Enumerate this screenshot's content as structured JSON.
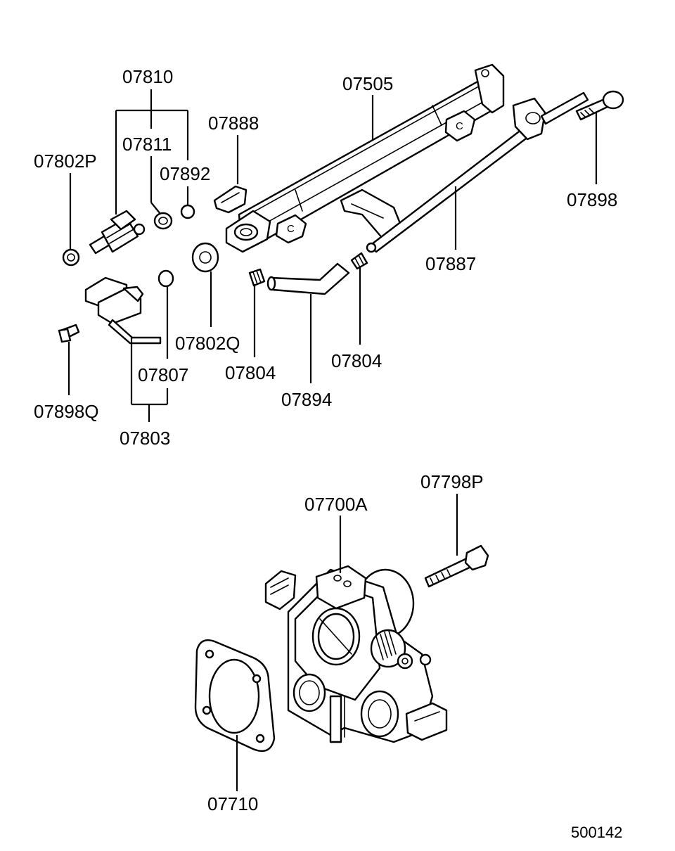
{
  "labels": {
    "p07810": "07810",
    "p07811": "07811",
    "p07892": "07892",
    "p07802P": "07802P",
    "p07888": "07888",
    "p07505": "07505",
    "p07898": "07898",
    "p07887": "07887",
    "p07802Q": "07802Q",
    "p07807": "07807",
    "p07804a": "07804",
    "p07804b": "07804",
    "p07894": "07894",
    "p07898Q": "07898Q",
    "p07803": "07803",
    "p07798P": "07798P",
    "p07700A": "07700A",
    "p07710": "07710"
  },
  "diagram_id": "500142"
}
